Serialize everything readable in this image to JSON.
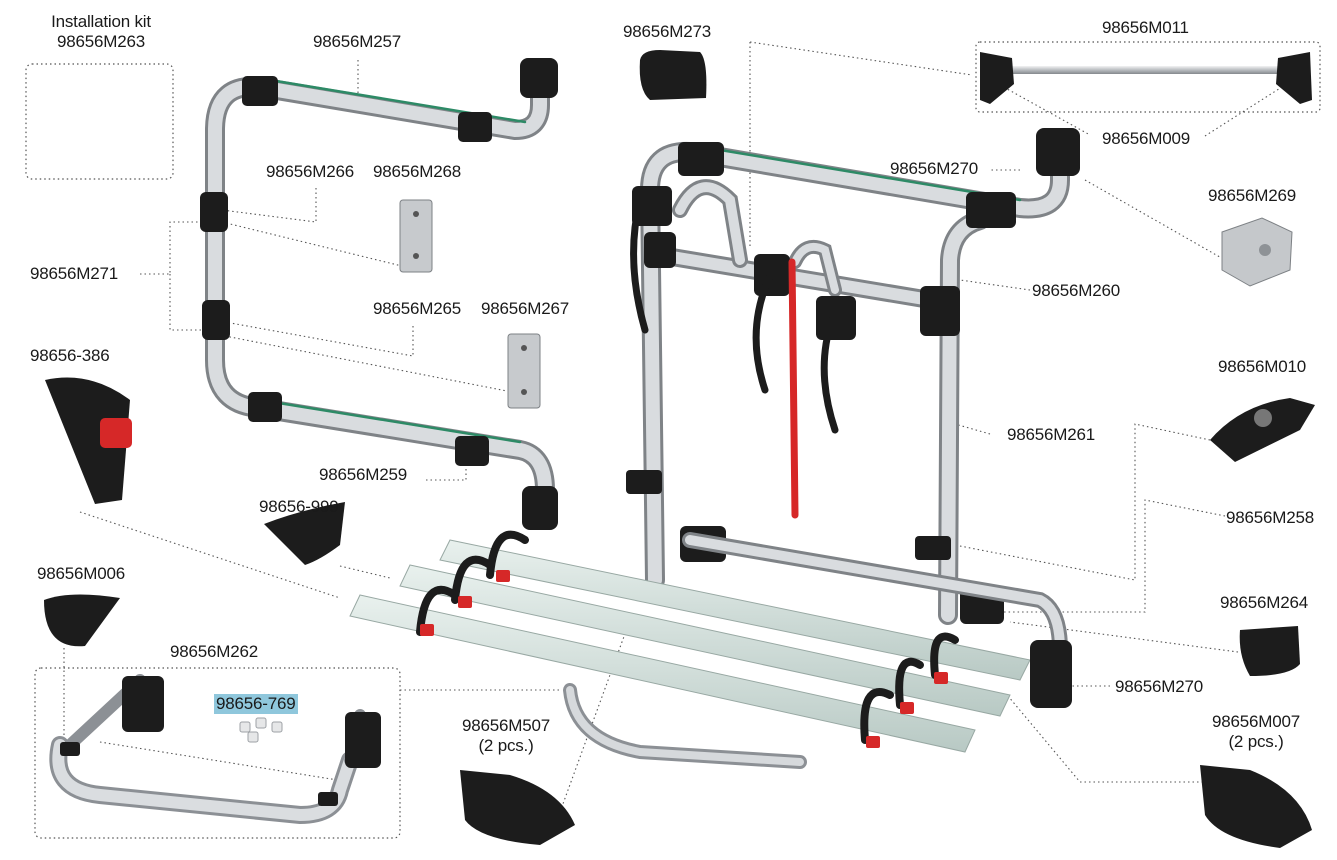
{
  "labels": {
    "kit_title": "Installation kit",
    "kit_code": "98656M263",
    "m257": "98656M257",
    "m273": "98656M273",
    "m011": "98656M011",
    "m009": "98656M009",
    "m270_top": "98656M270",
    "m266": "98656M266",
    "m268": "98656M268",
    "m269": "98656M269",
    "m271": "98656M271",
    "m260": "98656M260",
    "m265": "98656M265",
    "m267": "98656M267",
    "p386": "98656-386",
    "m010": "98656M010",
    "m261": "98656M261",
    "m259": "98656M259",
    "p999": "98656-999",
    "m258": "98656M258",
    "m006": "98656M006",
    "m264": "98656M264",
    "m262": "98656M262",
    "m270_bottom": "98656M270",
    "p769": "98656-769",
    "m507": "98656M507",
    "m507_qty": "(2 pcs.)",
    "m007": "98656M007",
    "m007_qty": "(2 pcs.)"
  },
  "colors": {
    "frame": "#c9cccf",
    "frame_dark": "#8e9296",
    "rail": "#d6e4e0",
    "plastic": "#1b1b1b",
    "strap_red": "#d62828",
    "highlight": "#8fc7dc",
    "leader": "#555555"
  }
}
